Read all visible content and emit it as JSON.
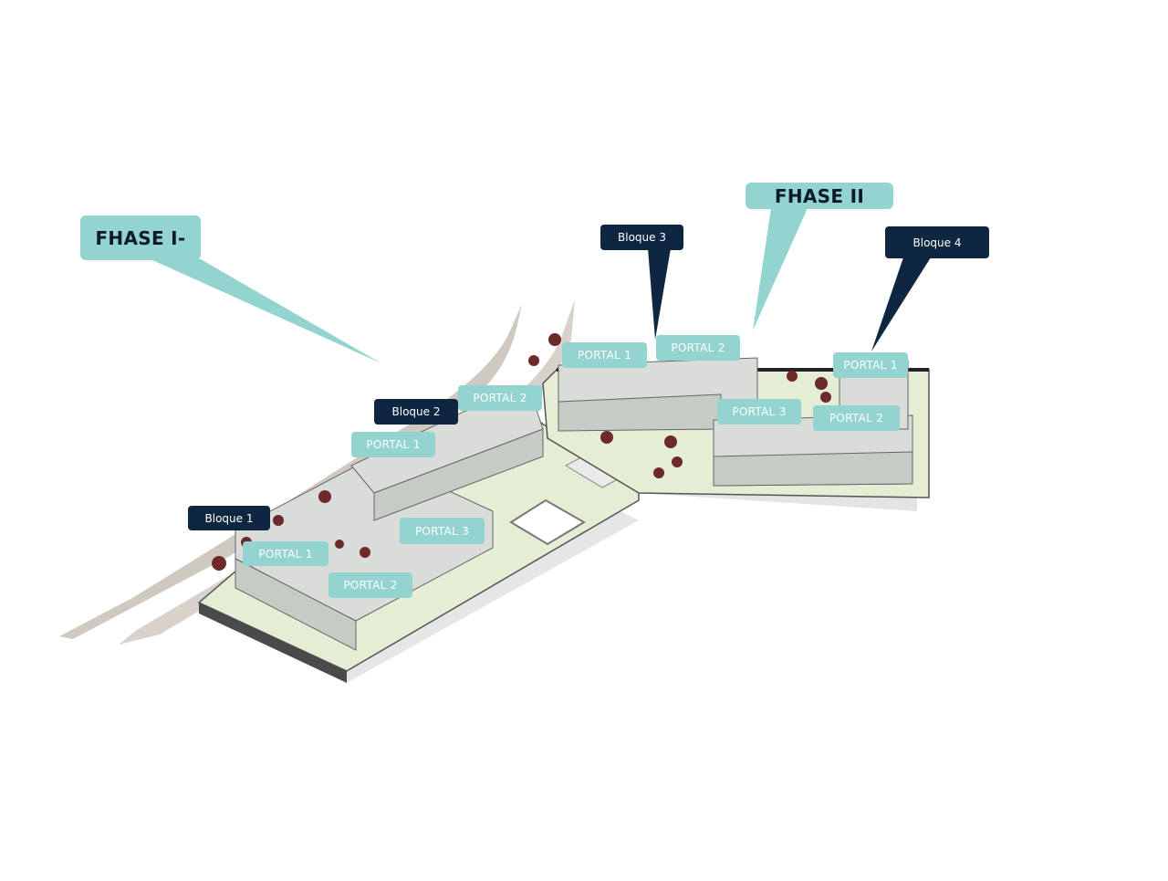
{
  "phases": {
    "phase_1": "FHASE I-",
    "phase_2": "FHASE II"
  },
  "blocks": {
    "bloque_1": "Bloque 1",
    "bloque_2": "Bloque 2",
    "bloque_3": "Bloque 3",
    "bloque_4": "Bloque 4"
  },
  "portals": {
    "b1_portal_1": "PORTAL 1",
    "b1_portal_2": "PORTAL 2",
    "b1_portal_3": "PORTAL 3",
    "b2_portal_1": "PORTAL 1",
    "b2_portal_2": "PORTAL 2",
    "b3_portal_1": "PORTAL 1",
    "b3_portal_2": "PORTAL 2",
    "b3_portal_3": "PORTAL 3",
    "b4_portal_1": "PORTAL 1",
    "b4_portal_2": "PORTAL 2"
  },
  "colors": {
    "phase_label_bg": "#93d3d0",
    "block_label_bg": "#0e2640",
    "portal_label_bg": "#93d3d0",
    "roof_green": "#e4eed5",
    "building_grey": "#d9dcd8",
    "road": "#cfc9c1",
    "tree": "#6e2a2a"
  }
}
